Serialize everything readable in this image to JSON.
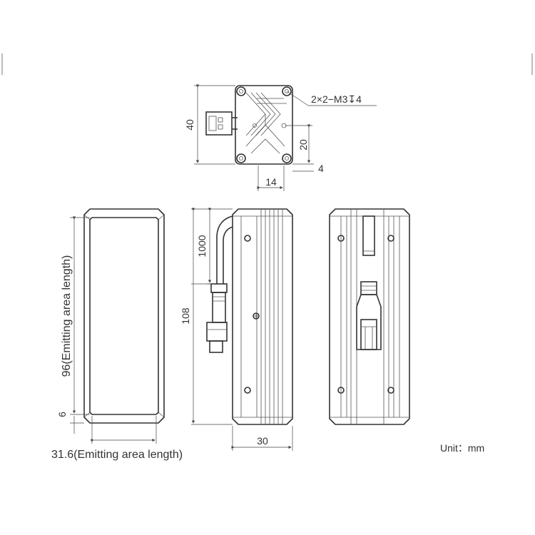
{
  "top_view": {
    "height_dim": "40",
    "offset_vertical_dim": "20",
    "offset_small_dim": "4",
    "offset_horizontal_dim": "14",
    "thread_callout": "2×2−M3↧4"
  },
  "front_view": {
    "emitting_width": "31.6(Emitting area length)",
    "emitting_height": "96(Emitting area length)",
    "bottom_margin": "6"
  },
  "side_view": {
    "cable_length": "1000",
    "body_length": "108",
    "body_width": "30"
  },
  "unit_label": "Unit：mm",
  "colors": {
    "line": "#333333",
    "background": "#ffffff"
  }
}
